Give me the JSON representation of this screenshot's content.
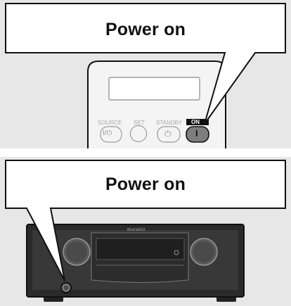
{
  "top_figure": {
    "callout": {
      "label": "Power on"
    },
    "remote": {
      "source_label": "SOURCE",
      "set_label": "SET",
      "standby_label": "STANDBY",
      "on_label": "ON",
      "source_symbol": "I/⏻",
      "standby_symbol": "⏻",
      "on_symbol": "I"
    }
  },
  "bottom_figure": {
    "callout": {
      "label": "Power on"
    },
    "receiver": {
      "brand": "marantz"
    }
  },
  "colors": {
    "panel_bg": "#e7e7e7",
    "outline": "#111111",
    "callout_fill": "#ffffff",
    "label_gray": "#a9a9a9"
  }
}
